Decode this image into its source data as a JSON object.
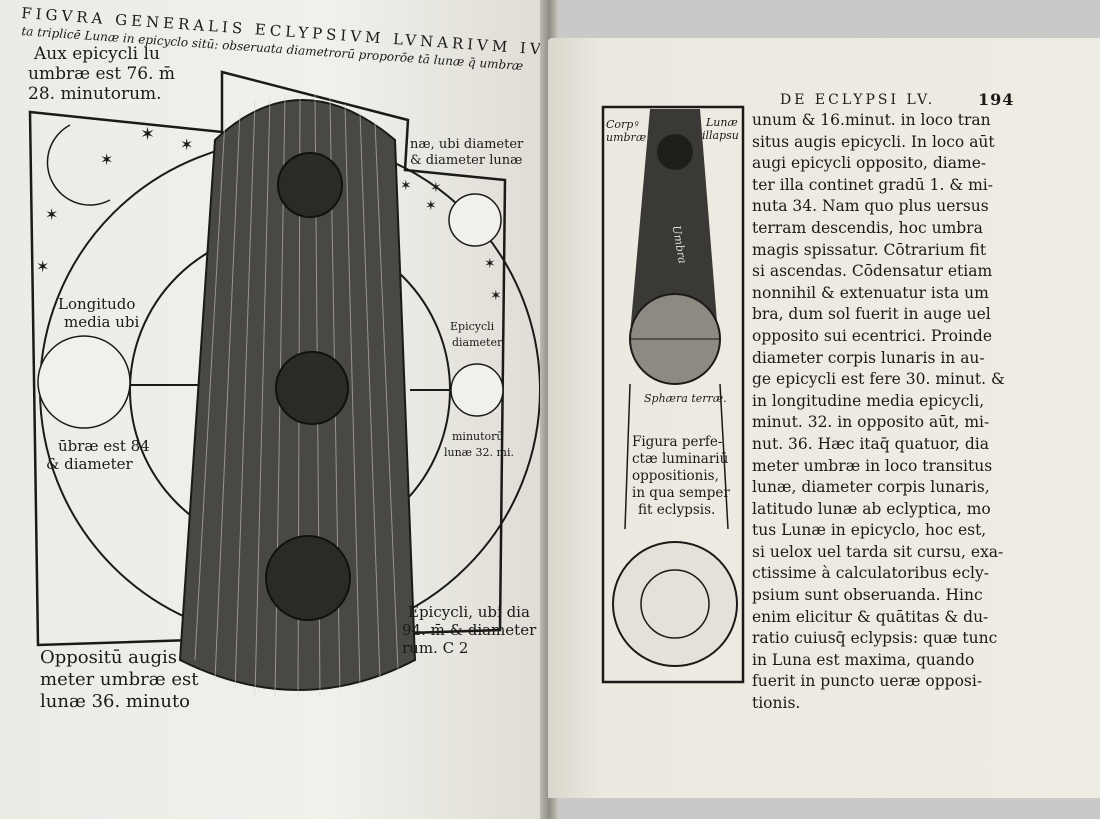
{
  "left_page": {
    "heading": "FIGVRA GENERALIS ECLYPSIVM LVNARIVM IVX/",
    "subheading": "ta triplicē Lunæ in epicyclo sitū: obseruata diametrorū proporōe tā lunæ q̄ umbræ",
    "labels": {
      "aux": [
        "Aux epicycli lu",
        "umbræ est 76. m̄",
        "28. minutorum."
      ],
      "top_right": [
        "næ, ubi diameter",
        "& diameter lunæ"
      ],
      "longitudo": [
        "Longitudo",
        "media ubi"
      ],
      "longitudo_bottom": [
        "ūbræ est 84",
        "& diameter"
      ],
      "epicycli_right": [
        "Epicycli",
        "diameter"
      ],
      "epicycli_right_bottom": [
        "minutorū",
        "lunæ 32. mi."
      ],
      "epicycli_bottom": [
        "Epicycli, ubi dia",
        "94. m̄ & diameter",
        "rum.  C  2"
      ],
      "oppositum": [
        "Oppositū augis",
        "meter umbræ est",
        "lunæ 36. minuto"
      ]
    }
  },
  "right_page": {
    "running_head": "DE ECLYPSI LV.",
    "page_number": "194",
    "figure": {
      "corpus_umbrae": [
        "Corpꝰ",
        "umbræ"
      ],
      "lunae_illapsu": [
        "Lunæ",
        "illapsu"
      ],
      "umbra": "Umbra",
      "sphaera_terrae": "Sphæra terræ.",
      "caption": [
        "Figura perfe-",
        "ctæ luminariū",
        "oppositionis,",
        "in qua semper",
        "fit eclypsis."
      ]
    },
    "body_lines": [
      "unum & 16.minut. in loco tran",
      "situs augis epicycli. In loco aūt",
      "augi epicycli opposito, diame-",
      "ter illa continet gradū 1. & mi-",
      "nuta 34. Nam quo plus uersus",
      "terram descendis, hoc umbra",
      "magis spissatur. Cōtrarium fit",
      "si ascendas. Cōdensatur etiam",
      "nonnihil & extenuatur ista um",
      "bra, dum sol fuerit in auge uel",
      "opposito sui ecentrici. Proinde",
      "diameter corpis lunaris in au-",
      "ge epicycli est fere 30. minut. &",
      "in longitudine media epicycli,",
      "minut. 32. in opposito aūt, mi-",
      "nut. 36. Hæc itaq̄ quatuor, dia",
      "meter umbræ in loco transitus",
      "lunæ, diameter corpis lunaris,",
      "latitudo lunæ ab eclyptica, mo",
      "tus Lunæ in epicyclo, hoc est,",
      "si uelox uel tarda sit cursu, exa-",
      "ctissime à calculatoribus ecly-",
      "psium sunt obseruanda. Hinc",
      "enim elicitur & quātitas & du-",
      "ratio cuiusq̄ eclypsis: quæ tunc",
      "in Luna est maxima, quando",
      "fuerit in puncto ueræ opposi-",
      "tionis."
    ]
  },
  "colors": {
    "paper": "#efece4",
    "ink": "#1b1a18",
    "background": "#c9c9c7"
  }
}
